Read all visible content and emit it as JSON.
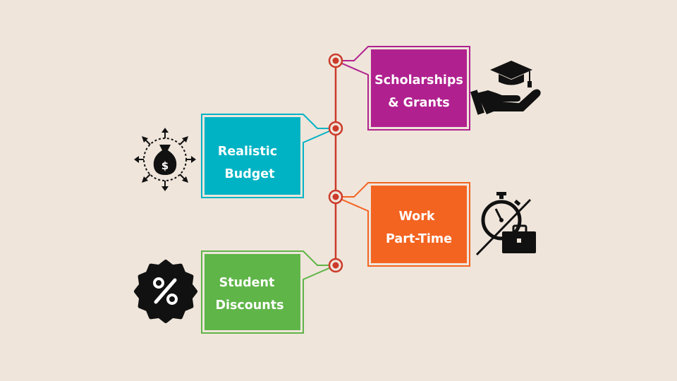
{
  "diagram": {
    "background": "#efe5db",
    "spine_color": "#cc3a2a",
    "icon_color": "#111111",
    "items": [
      {
        "id": "scholarships",
        "side": "right",
        "color": "#b0218f",
        "lines": [
          "Scholarships",
          "& Grants"
        ],
        "icon": "graduation-cap-hand-icon"
      },
      {
        "id": "budget",
        "side": "left",
        "color": "#00b3c4",
        "lines": [
          "Realistic",
          "Budget"
        ],
        "icon": "money-bag-arrows-icon"
      },
      {
        "id": "work",
        "side": "right",
        "color": "#f36421",
        "lines": [
          "Work",
          "Part-Time"
        ],
        "icon": "stopwatch-briefcase-icon"
      },
      {
        "id": "discounts",
        "side": "left",
        "color": "#5fb548",
        "lines": [
          "Student",
          "Discounts"
        ],
        "icon": "percent-badge-icon"
      }
    ]
  }
}
